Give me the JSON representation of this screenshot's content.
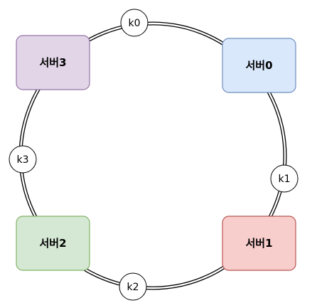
{
  "ring": {
    "line_color": "#000000",
    "gap_color": "#ffffff"
  },
  "servers": [
    {
      "id": "server0",
      "label": "서버0",
      "fill": "#dae8fc",
      "stroke": "#6c8ebf"
    },
    {
      "id": "server1",
      "label": "서버1",
      "fill": "#f8cecc",
      "stroke": "#b85450"
    },
    {
      "id": "server2",
      "label": "서버2",
      "fill": "#d5e8d4",
      "stroke": "#82b366"
    },
    {
      "id": "server3",
      "label": "서버3",
      "fill": "#e1d5e7",
      "stroke": "#9673a6"
    }
  ],
  "keys": [
    {
      "id": "k0",
      "label": "k0"
    },
    {
      "id": "k1",
      "label": "k1"
    },
    {
      "id": "k2",
      "label": "k2"
    },
    {
      "id": "k3",
      "label": "k3"
    }
  ]
}
